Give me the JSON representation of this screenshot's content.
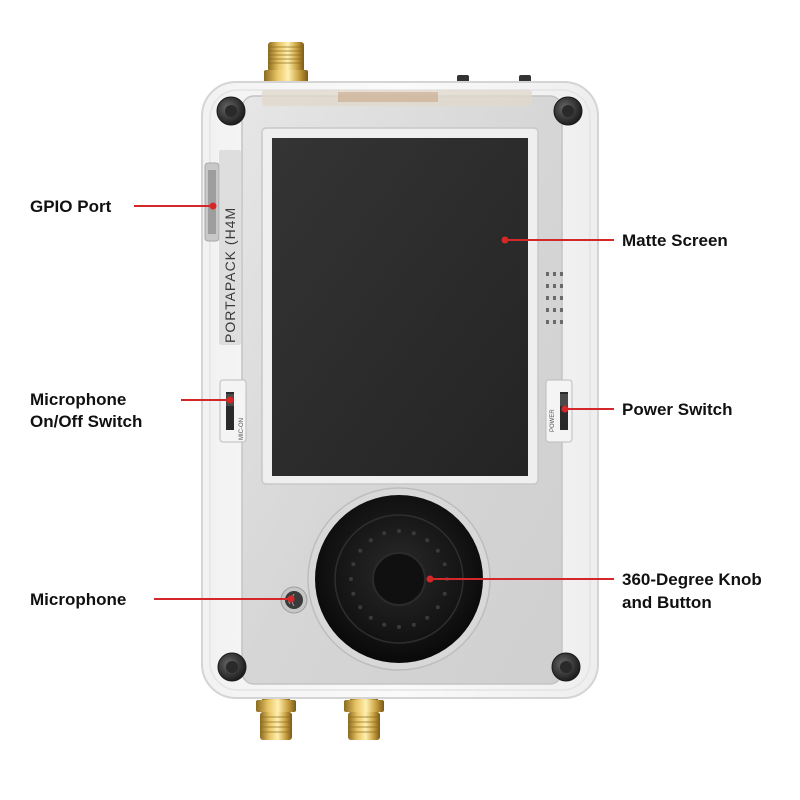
{
  "device": {
    "side_engraving": "PORTAPACK (H4M",
    "mic_switch_label": "MIC-ON",
    "power_switch_label": "POWER"
  },
  "callouts": {
    "gpio_port": "GPIO Port",
    "matte_screen": "Matte Screen",
    "microphone_switch_line1": "Microphone",
    "microphone_switch_line2": "On/Off Switch",
    "power_switch": "Power Switch",
    "microphone": "Microphone",
    "knob_line1": "360-Degree Knob",
    "knob_line2": "and Button"
  },
  "colors": {
    "leader": "#d42828",
    "screen": "#2b2b2b",
    "body": "#dcdcdc"
  }
}
